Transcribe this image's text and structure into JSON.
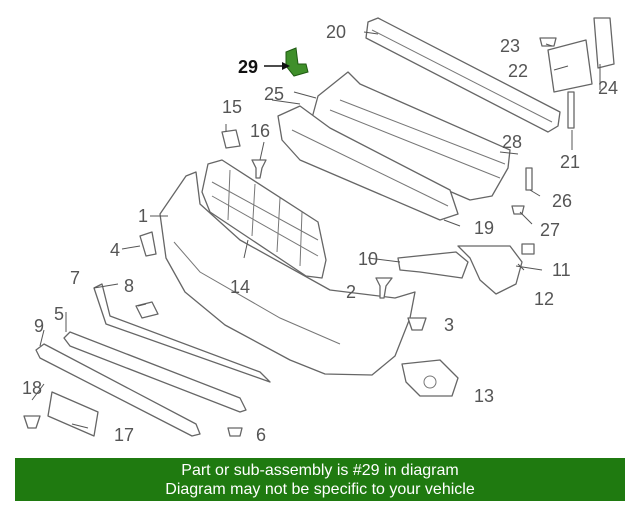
{
  "callouts": {
    "c1": "1",
    "c2": "2",
    "c3": "3",
    "c4": "4",
    "c5": "5",
    "c6": "6",
    "c7": "7",
    "c8": "8",
    "c9": "9",
    "c10": "10",
    "c11": "11",
    "c12": "12",
    "c13": "13",
    "c14": "14",
    "c15": "15",
    "c16": "16",
    "c17": "17",
    "c18": "18",
    "c19": "19",
    "c20": "20",
    "c21": "21",
    "c22": "22",
    "c23": "23",
    "c24": "24",
    "c25": "25",
    "c26": "26",
    "c27": "27",
    "c28": "28",
    "c29": "29"
  },
  "highlight_color": "#3f8f2a",
  "banner": {
    "line1": "Part or sub-assembly is #29 in diagram",
    "line2": "Diagram may not be specific to your vehicle",
    "color": "#1f7a10"
  }
}
